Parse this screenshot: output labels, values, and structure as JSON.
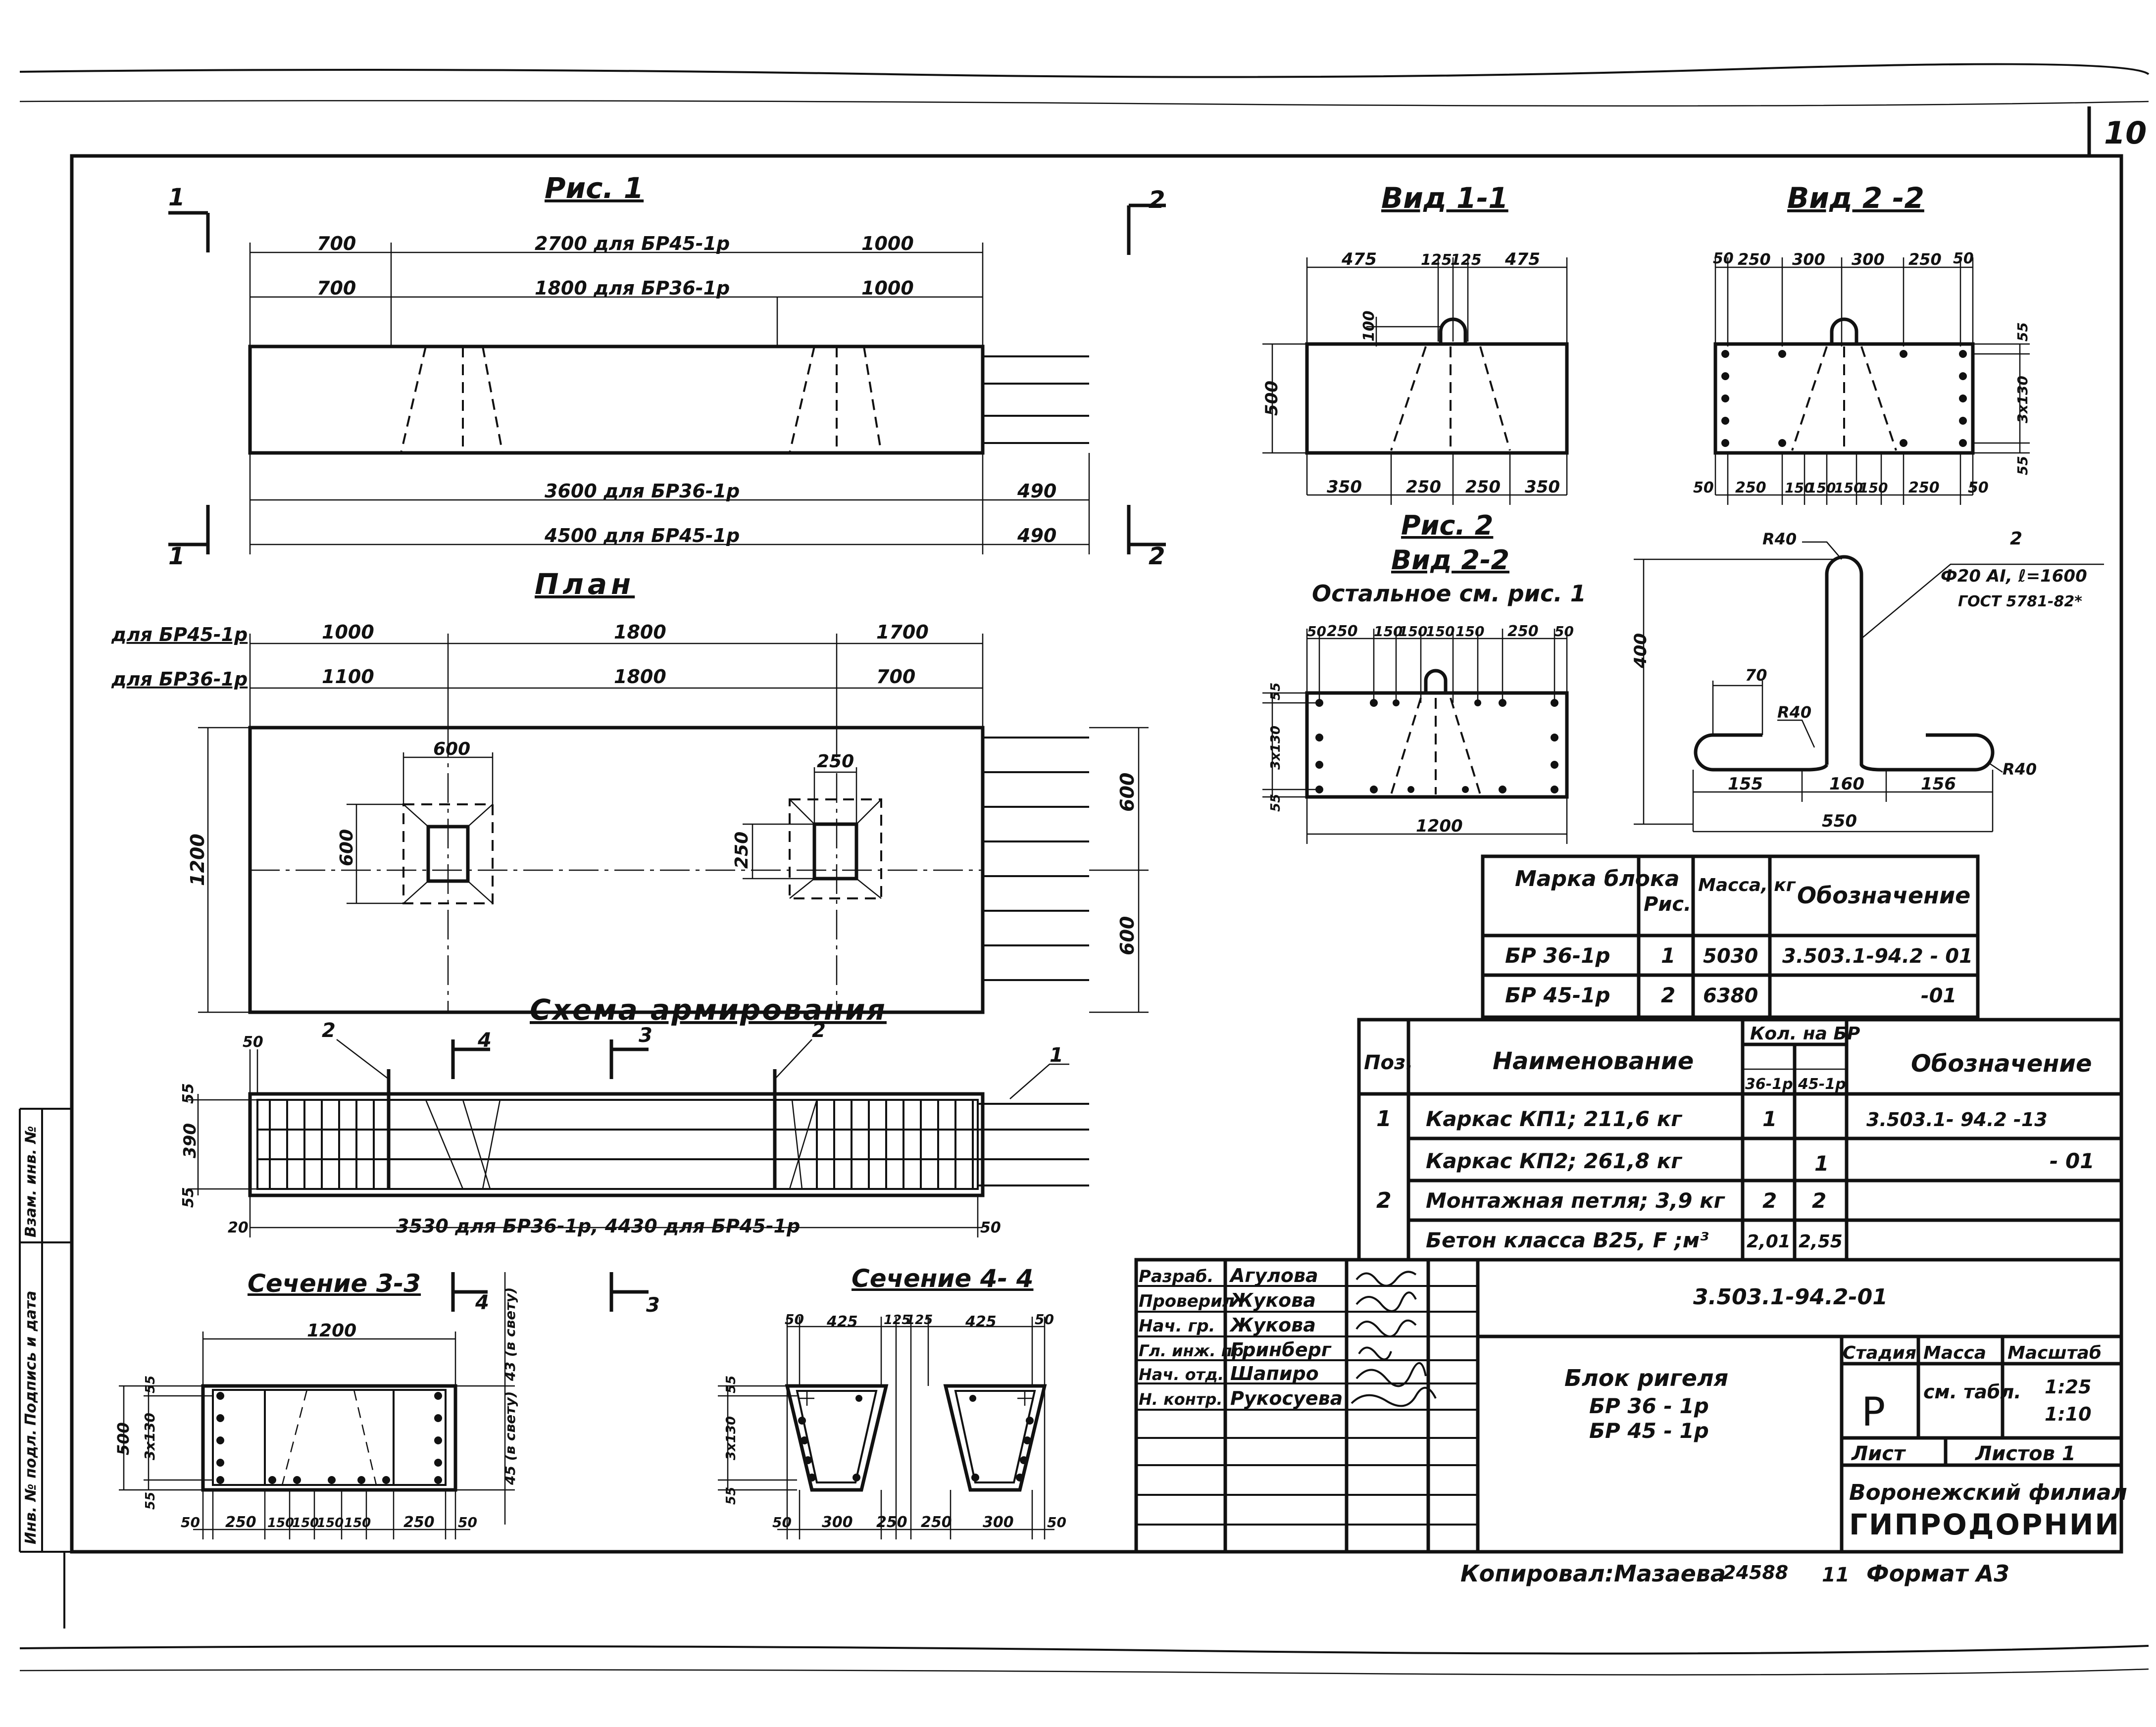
{
  "sheet": {
    "number": "10",
    "footer": {
      "copied": "Копировал:Мазаева",
      "code": "24588",
      "extra": "11",
      "format": "Формат А3"
    },
    "left_margin": [
      "Инв. № подл.",
      "Подпись и дата",
      "Взам. инв. №"
    ]
  },
  "figures": {
    "fig1": {
      "title": "Рис. 1",
      "dims_top1": [
        "700",
        "2700 для БР45-1р",
        "1000"
      ],
      "dims_top2": [
        "700",
        "1800 для БР36-1р",
        "1000"
      ],
      "dims_bot1": [
        "3600 для БР36-1р",
        "490"
      ],
      "dims_bot2": [
        "4500 для БР45-1р",
        "490"
      ],
      "marks": [
        "1",
        "1",
        "2",
        "2"
      ]
    },
    "view11": {
      "title": "Вид 1-1",
      "top": [
        "475",
        "125",
        "125",
        "475"
      ],
      "bottom": [
        "350",
        "250",
        "250",
        "350"
      ],
      "left": "500",
      "inner": "100"
    },
    "view22": {
      "title": "Вид 2 -2",
      "top": [
        "50",
        "250",
        "300",
        "300",
        "250",
        "50"
      ],
      "bottom": [
        "50",
        "250",
        "150",
        "150",
        "150",
        "150",
        "250",
        "50"
      ],
      "right": [
        "55",
        "3х130",
        "55"
      ]
    },
    "fig2": {
      "title": "Рис. 2",
      "view": "Вид 2-2",
      "note": "Остальное см. рис. 1",
      "top": [
        "50",
        "250",
        "150",
        "150",
        "150",
        "150",
        "250",
        "50"
      ],
      "left": [
        "55",
        "3х130",
        "55"
      ],
      "bottom": "1200"
    },
    "loop": {
      "mark": "2",
      "spec": "Ф20 АI, ℓ=1600",
      "gost": "ГОСТ 5781-82*",
      "r_top": "R40",
      "r_mid": "R40",
      "r_right": "R40",
      "h": "400",
      "d70": "70",
      "bottom": [
        "155",
        "160",
        "156"
      ],
      "total": "550"
    },
    "plan": {
      "title": "План",
      "label1": "для БР45-1р",
      "label2": "для БР36-1р",
      "dims1": [
        "1000",
        "1800",
        "1700"
      ],
      "dims2": [
        "1100",
        "1800",
        "700"
      ],
      "left": "1200",
      "right": [
        "600",
        "600"
      ],
      "hole1": [
        "600",
        "600"
      ],
      "hole2": [
        "250",
        "250"
      ]
    },
    "scheme": {
      "title": "Схема армирования",
      "marks": [
        "2",
        "4",
        "3",
        "2",
        "1"
      ],
      "left": [
        "55",
        "390",
        "55"
      ],
      "bottom": [
        "20",
        "3530 для БР36-1р, 4430 для БР45-1р",
        "50"
      ],
      "top_left": "50"
    },
    "sec33": {
      "title": "Сечение 3-3",
      "top": "1200",
      "left": [
        "500",
        "3х130",
        "55",
        "55"
      ],
      "right": [
        "43 (в свету)",
        "45 (в свету)"
      ],
      "bottom": [
        "50",
        "250",
        "150",
        "150",
        "150",
        "150",
        "250",
        "50"
      ],
      "mark": "4"
    },
    "sec44": {
      "title": "Сечение 4- 4",
      "top": [
        "50",
        "425",
        "125",
        "125",
        "425",
        "50"
      ],
      "left": [
        "55",
        "3х130",
        "55"
      ],
      "bottom": [
        "50",
        "300",
        "250",
        "250",
        "300",
        "50"
      ],
      "mark": "3"
    }
  },
  "block_table": {
    "headers": [
      "Марка блока",
      "Рис.",
      "Масса, кг",
      "Обозначение"
    ],
    "rows": [
      [
        "БР 36-1р",
        "1",
        "5030",
        "3.503.1-94.2 - 01"
      ],
      [
        "БР 45-1р",
        "2",
        "6380",
        "-01"
      ]
    ]
  },
  "spec_table": {
    "headers": [
      "Поз.",
      "Наименование",
      "Кол. на БР",
      "36-1р",
      "45-1р",
      "Обозначение"
    ],
    "rows": [
      [
        "1",
        "Каркас КП1; 211,6 кг",
        "1",
        "",
        "3.503.1- 94.2 -13"
      ],
      [
        "",
        "Каркас КП2; 261,8 кг",
        "",
        "1",
        "- 01"
      ],
      [
        "2",
        "Монтажная петля; 3,9 кг",
        "2",
        "2",
        ""
      ],
      [
        "",
        "Бетон класса В25, F ;м³",
        "2,01",
        "2,55",
        ""
      ]
    ]
  },
  "title_block": {
    "roles": [
      "Разраб.",
      "Проверил",
      "Нач. гр.",
      "Гл. инж. пр.",
      "Нач. отд.",
      "Н. контр."
    ],
    "names": [
      "Агулова",
      "Жукова",
      "Жукова",
      "Гринберг",
      "Шапиро",
      "Рукосуева"
    ],
    "code": "3.503.1-94.2-01",
    "name_lines": [
      "Блок ригеля",
      "БР 36 - 1р",
      "БР 45 - 1р"
    ],
    "stage_headers": [
      "Стадия",
      "Масса",
      "Масштаб"
    ],
    "stage": "Р",
    "mass": "см. табл.",
    "scale": [
      "1:25",
      "1:10"
    ],
    "sheet": "Лист",
    "sheets": "Листов 1",
    "org1": "Воронежский филиал",
    "org2": "ГИПРОДОРНИИ"
  }
}
